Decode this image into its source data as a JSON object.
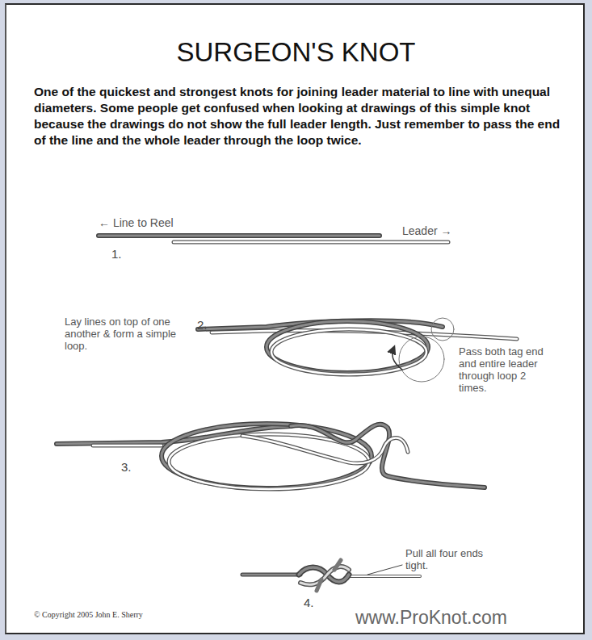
{
  "diagram": {
    "title": "SURGEON'S KNOT",
    "labels": [
      "One of the quickest and strongest knots for joining leader material to line with unequal diameters. Some people get confused when looking at drawings of this simple knot because the drawings do not show the full leader length. Just remember to pass the end of the line and the whole leader through the loop twice.",
      "← Line to Reel",
      "Leader →",
      "1.",
      "Lay lines on top of one another & form a simple loop.",
      "2.",
      "Pass both tag end and entire leader through loop 2 times.",
      "3.",
      "Pull all four ends tight.",
      "4.",
      "© Copyright 2005 John E. Sherry",
      "www.ProKnot.com"
    ]
  }
}
